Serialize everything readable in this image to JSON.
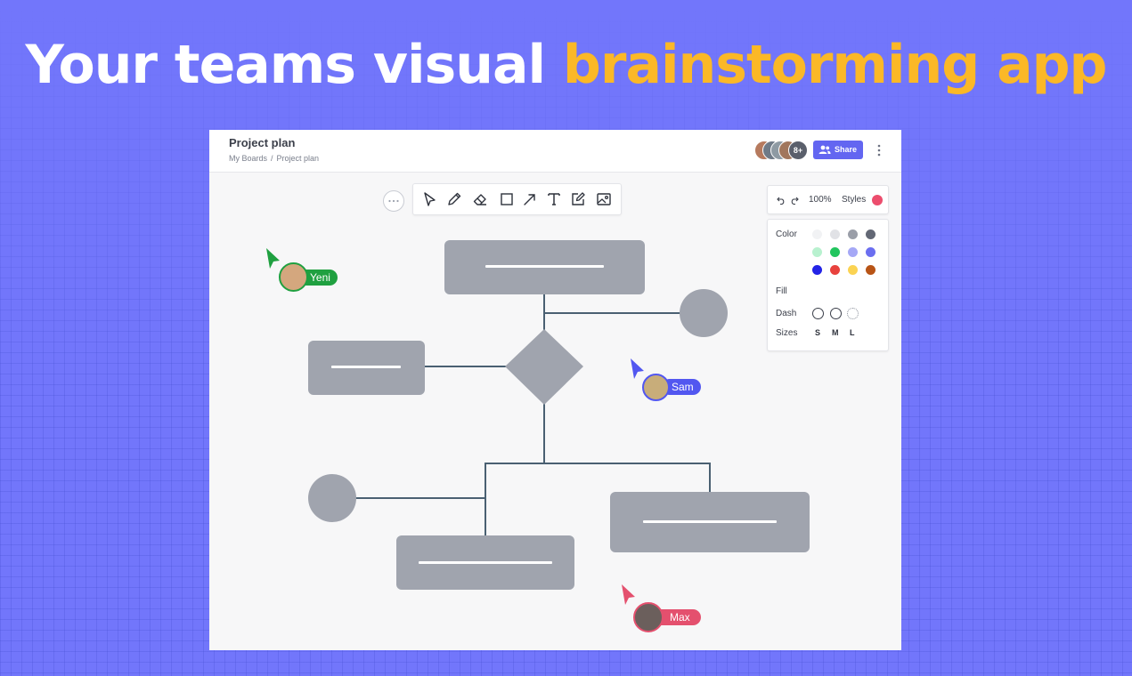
{
  "hero": {
    "text_plain": "Your teams visual ",
    "text_accent": "brainstorming app"
  },
  "colors": {
    "background": "#7276fb",
    "accent": "#fbb827",
    "primary": "#6366f1",
    "node": "#a0a4ae",
    "connector": "#4a6072"
  },
  "header": {
    "title": "Project plan",
    "breadcrumb": [
      "My Boards",
      "Project plan"
    ],
    "more_collaborators": "8+",
    "share_label": "Share",
    "share_icon": "users-icon",
    "menu_icon": "kebab-menu-icon"
  },
  "toolbar": {
    "more_icon": "more-horizontal-icon",
    "tools": [
      {
        "name": "select",
        "icon": "cursor-icon"
      },
      {
        "name": "pen",
        "icon": "pen-icon"
      },
      {
        "name": "eraser",
        "icon": "eraser-icon"
      },
      {
        "name": "rectangle",
        "icon": "rectangle-icon"
      },
      {
        "name": "arrow",
        "icon": "arrow-icon"
      },
      {
        "name": "text",
        "icon": "text-icon"
      },
      {
        "name": "note",
        "icon": "edit-note-icon"
      },
      {
        "name": "image",
        "icon": "image-icon"
      }
    ]
  },
  "view": {
    "zoom": "100%",
    "styles_label": "Styles",
    "styles_color": "#ec4d6d"
  },
  "style_panel": {
    "color_label": "Color",
    "fill_label": "Fill",
    "dash_label": "Dash",
    "sizes_label": "Sizes",
    "colors": [
      "#f1f2f4",
      "#e1e2e6",
      "#9a9ea8",
      "#636875",
      "#b8f1cf",
      "#22c55e",
      "#a5a8f6",
      "#6b6ef0",
      "#2323e6",
      "#e8423d",
      "#fbd352",
      "#b85416"
    ],
    "sizes": [
      "S",
      "M",
      "L"
    ]
  },
  "cursors": [
    {
      "name": "Yeni",
      "color": "#1fa040"
    },
    {
      "name": "Sam",
      "color": "#5257f0"
    },
    {
      "name": "Max",
      "color": "#e4506e"
    }
  ]
}
